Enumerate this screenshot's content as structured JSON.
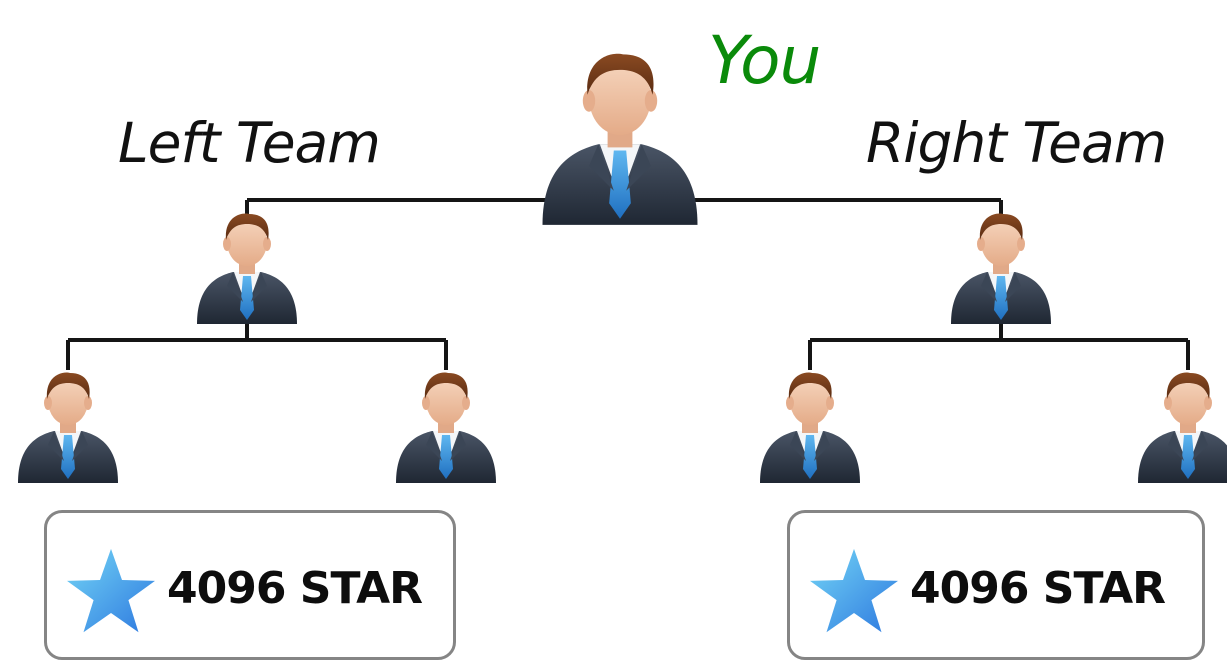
{
  "labels": {
    "you": "You",
    "left_team": "Left Team",
    "right_team": "Right Team"
  },
  "left_summary": {
    "count": "4096 STAR",
    "icon": "star-icon"
  },
  "right_summary": {
    "count": "4096 STAR",
    "icon": "star-icon"
  },
  "colors": {
    "you_label": "#0a8a0a",
    "team_label": "#111111",
    "connector": "#151515",
    "star_light": "#6fd0f5",
    "star_dark": "#2f7fe0",
    "suit": "#2e3a4a",
    "tie": "#2f8fd8"
  },
  "tree": {
    "root": "you",
    "levels": [
      [
        "you"
      ],
      [
        "left-team-member",
        "right-team-member"
      ],
      [
        "left-left-member",
        "left-right-member",
        "right-left-member",
        "right-right-member"
      ]
    ]
  }
}
